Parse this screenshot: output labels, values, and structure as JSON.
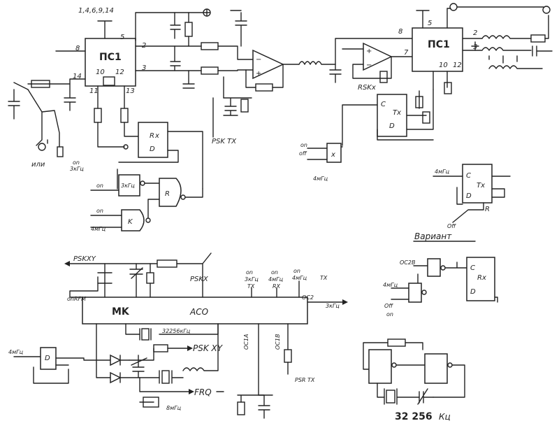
{
  "labels": {
    "pin_list": "1,4,6,9,14",
    "ic_left": "ПС1",
    "ic_right": "ПС1",
    "pin_5": "5",
    "pin_8": "8",
    "pin_2": "2",
    "pin_3": "3",
    "pin_10": "10",
    "pin_12": "12",
    "pin_11": "11",
    "pin_13": "13",
    "pin_14": "14",
    "rpin_5": "5",
    "rpin_8": "8",
    "rpin_2": "2",
    "rpin_3": "3",
    "rpin_7": "7",
    "rpin_10": "10",
    "rpin_12": "12",
    "or_label": "или",
    "on_3k_on": "on",
    "on_3k": "3кГц",
    "psk_tx_top": "PSK TX",
    "rskx": "RSKx",
    "rs_r": "R",
    "rs_d": "D",
    "g3k": "3кГц",
    "on_1": "on",
    "on_2": "on",
    "g4m": "4мГц",
    "and_k": "K",
    "ff_c": "C",
    "ff_tx": "Tx",
    "ff_d": "D",
    "on_r": "on",
    "off_r": "off",
    "g4m_r": "4мГц",
    "g4m_ff": "4мГц",
    "ff2_c": "C",
    "ff2_tx": "Tx",
    "ff2_d": "D",
    "ff2_r": "R",
    "off_ff": "Off",
    "variant": "Вариант",
    "oc2b": "OC2B",
    "g4m_v": "4мГц",
    "off_v": "Off",
    "on_v": "on",
    "v_c": "C",
    "v_rx": "Rx",
    "v_d": "D",
    "pskxy": "PSKXY",
    "pskx": "PSKX",
    "on_mk1": "on",
    "on_mk1b": "3кГц",
    "on_mk1c": "TX",
    "on_mk2": "on",
    "on_mk2b": "4мГц",
    "on_mk2c": "RX",
    "on_mk3": "on",
    "on_mk3b": "4мГц",
    "tx_mk": "TX",
    "on_rfm": "onRFM",
    "mk": "MK",
    "aco": "ACO",
    "oc2": "OC2",
    "k3": "3кГц",
    "xtal": "32256кГц",
    "oc1a": "OC1A",
    "oc1b": "OC1B",
    "psk_xy2": "PSK XY",
    "frq": "FRQ",
    "psr_tx": "PSR TX",
    "g8m": "8мГц",
    "g4m_b": "4мГц",
    "x32256": "32 256",
    "kg": "Кц"
  }
}
